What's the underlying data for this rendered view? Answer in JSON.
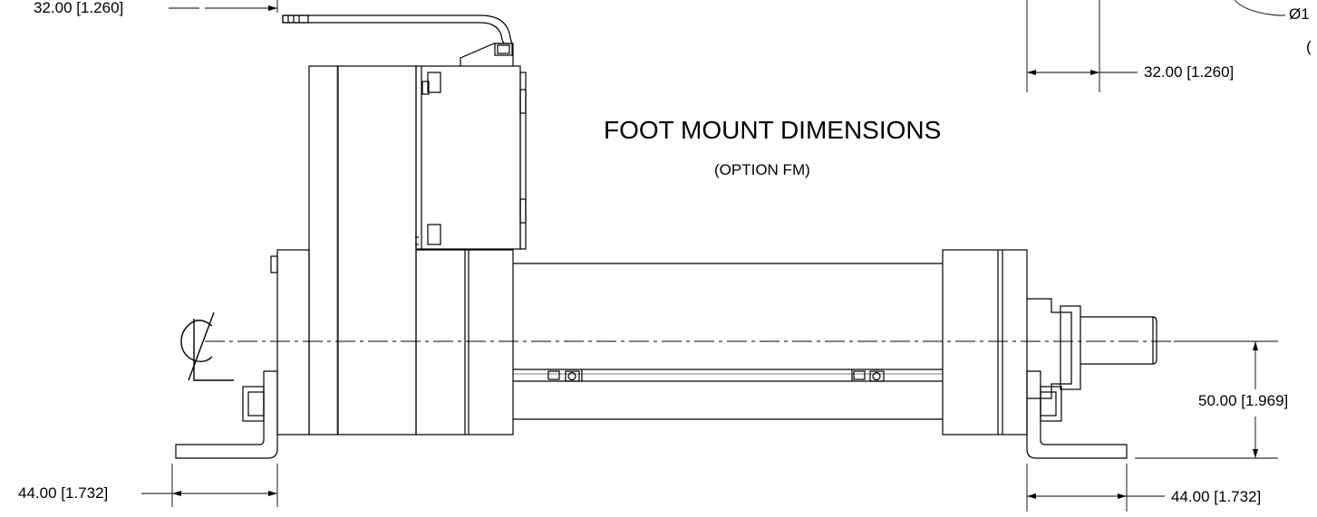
{
  "title": "FOOT MOUNT DIMENSIONS",
  "subtitle": "(OPTION FM)",
  "dimensions": {
    "top_left": "32.00 [1.260]",
    "top_right": "32.00 [1.260]",
    "bottom_left": "44.00 [1.732]",
    "bottom_right": "44.00 [1.732]",
    "height_right": "50.00 [1.969]",
    "diameter_partial": "Ø1",
    "paren_partial": "("
  },
  "colors": {
    "line": "#000000",
    "background": "#ffffff"
  },
  "symbols": {
    "centerline": "centerline-symbol"
  }
}
